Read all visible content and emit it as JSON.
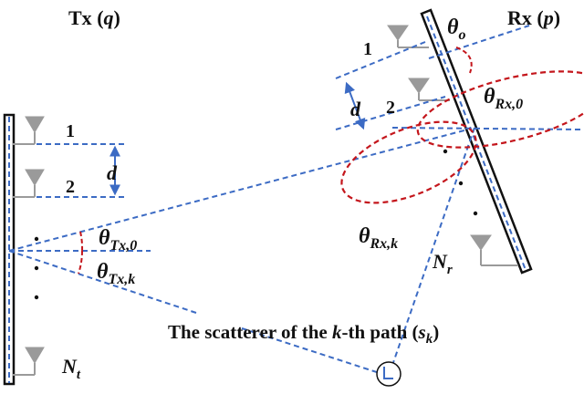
{
  "tx": {
    "title": "Tx",
    "title_var": "q",
    "antenna_labels": [
      "1",
      "2"
    ],
    "spacing_label": "d",
    "last_antenna": "N",
    "last_antenna_sub": "t",
    "angle0": {
      "sym": "θ",
      "sub": "Tx,0"
    },
    "anglek": {
      "sym": "θ",
      "sub": "Tx,k"
    }
  },
  "rx": {
    "title": "Rx",
    "title_var": "p",
    "antenna_labels": [
      "1",
      "2"
    ],
    "spacing_label": "d",
    "last_antenna": "N",
    "last_antenna_sub": "r",
    "orientation": {
      "sym": "θ",
      "sub": "o"
    },
    "angle0": {
      "sym": "θ",
      "sub": "Rx,0"
    },
    "anglek": {
      "sym": "θ",
      "sub": "Rx,k"
    }
  },
  "scatterer": {
    "text_before": "The scatterer of the ",
    "text_var": "k",
    "text_after": "-th path (",
    "symbol": "s",
    "symbol_sub": "k",
    "close": ")"
  },
  "colors": {
    "line": "#3c6bc4",
    "angle_arc": "#c4161c",
    "array_border": "#111111",
    "antenna": "#9a9a9a"
  }
}
